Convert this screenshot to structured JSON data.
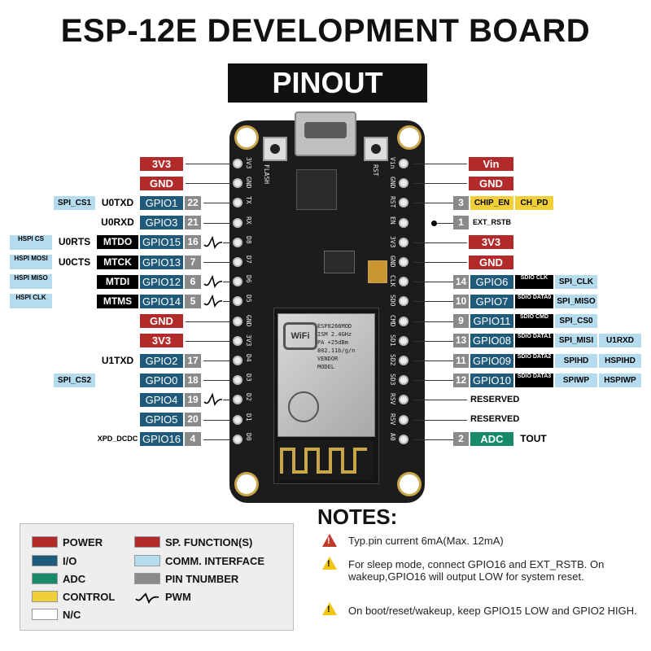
{
  "title": "ESP-12E DEVELOPMENT BOARD",
  "subtitle": "PINOUT",
  "board": {
    "left_pins": [
      "3V3",
      "GND",
      "TX",
      "RX",
      "D8",
      "D7",
      "D6",
      "D5",
      "GND",
      "3V3",
      "D4",
      "D3",
      "D2",
      "D1",
      "D0"
    ],
    "right_pins": [
      "Vin",
      "GND",
      "RST",
      "EN",
      "3V3",
      "GND",
      "CLK",
      "SDO",
      "CMD",
      "SD1",
      "SD2",
      "SD3",
      "RSV",
      "RSV",
      "A0"
    ],
    "flash_label": "FLASH",
    "rst_label": "RST",
    "module_text": [
      "ESP8266MOD",
      "ISM 2.4GHz",
      "PA +25dBm",
      "802.11b/g/n",
      "VENDOR",
      "MODEL"
    ],
    "wifi_label": "WiFi"
  },
  "left_rows": [
    {
      "power": "3V3"
    },
    {
      "power": "GND"
    },
    {
      "comm": "SPI_CS1",
      "spfunc_plain": "U0TXD",
      "gpio": "GPIO1",
      "num": "22"
    },
    {
      "spfunc_plain": "U0RXD",
      "gpio": "GPIO3",
      "num": "21"
    },
    {
      "hspi": "HSPI CS",
      "spfunc_plain": "U0RTS",
      "spfunc": "MTDO",
      "gpio": "GPIO15",
      "num": "16",
      "pwm": true
    },
    {
      "hspi": "HSPI MOSI",
      "spfunc_plain": "U0CTS",
      "spfunc": "MTCK",
      "gpio": "GPIO13",
      "num": "7"
    },
    {
      "hspi": "HSPI MISO",
      "spfunc": "MTDI",
      "gpio": "GPIO12",
      "num": "6",
      "pwm": true
    },
    {
      "hspi": "HSPI CLK",
      "spfunc": "MTMS",
      "gpio": "GPIO14",
      "num": "5",
      "pwm": true
    },
    {
      "power": "GND"
    },
    {
      "power": "3V3"
    },
    {
      "spfunc_plain": "U1TXD",
      "gpio": "GPIO2",
      "num": "17"
    },
    {
      "comm": "SPI_CS2",
      "gpio": "GPIO0",
      "num": "18"
    },
    {
      "gpio": "GPIO4",
      "num": "19",
      "pwm": true
    },
    {
      "gpio": "GPIO5",
      "num": "20"
    },
    {
      "nc": "XPD_DCDC",
      "gpio": "GPIO16",
      "num": "4"
    }
  ],
  "right_rows": [
    {
      "power": "Vin"
    },
    {
      "power": "GND"
    },
    {
      "num": "3",
      "ctrl": "CHIP_EN",
      "ctrl2": "CH_PD"
    },
    {
      "num": "1",
      "nc": "EXT_RSTB"
    },
    {
      "power": "3V3"
    },
    {
      "power": "GND"
    },
    {
      "num": "14",
      "gpio": "GPIO6",
      "sdio": "SDIO CLK",
      "comm": "SPI_CLK"
    },
    {
      "num": "10",
      "gpio": "GPIO7",
      "sdio": "SDIO DATA0",
      "comm": "SPI_MISO"
    },
    {
      "num": "9",
      "gpio": "GPIO11",
      "sdio": "SDIO CMD",
      "comm": "SPI_CS0"
    },
    {
      "num": "13",
      "gpio": "GPIO08",
      "sdio": "SDIO DATA1",
      "comm": "SPI_MISI",
      "comm2": "U1RXD"
    },
    {
      "num": "11",
      "gpio": "GPIO09",
      "sdio": "SDIO DATA2",
      "comm": "SPIHD",
      "comm2": "HSPIHD"
    },
    {
      "num": "12",
      "gpio": "GPIO10",
      "sdio": "SDIO DATA3",
      "comm": "SPIWP",
      "comm2": "HSPIWP"
    },
    {
      "reserved": "RESERVED"
    },
    {
      "reserved": "RESERVED"
    },
    {
      "num": "2",
      "adc": "ADC",
      "plain": "TOUT"
    }
  ],
  "legend": {
    "items": [
      {
        "label": "POWER",
        "color": "#b22a2a"
      },
      {
        "label": "I/O",
        "color": "#1f5a7a"
      },
      {
        "label": "ADC",
        "color": "#178a6a"
      },
      {
        "label": "CONTROL",
        "color": "#f0cf38"
      },
      {
        "label": "N/C",
        "color": "#ffffff"
      },
      {
        "label": "SP.    FUNCTION(S)",
        "color": "#b22a2a"
      },
      {
        "label": "COMM.    INTERFACE",
        "color": "#b5dbef"
      },
      {
        "label": "PIN    TNUMBER",
        "color": "#8a8a8a"
      },
      {
        "label": "PWM",
        "color": ""
      }
    ]
  },
  "notes": {
    "title": "NOTES:",
    "items": [
      {
        "text": "Typ.pin current 6mA(Max. 12mA)",
        "color": "#c0392b"
      },
      {
        "text": "For sleep mode, connect GPIO16 and EXT_RSTB. On wakeup,GPIO16 will output LOW for system reset.",
        "color": "#f1c40f"
      },
      {
        "text": "On boot/reset/wakeup, keep GPIO15 LOW and GPIO2 HIGH.",
        "color": "#f1c40f"
      }
    ]
  }
}
